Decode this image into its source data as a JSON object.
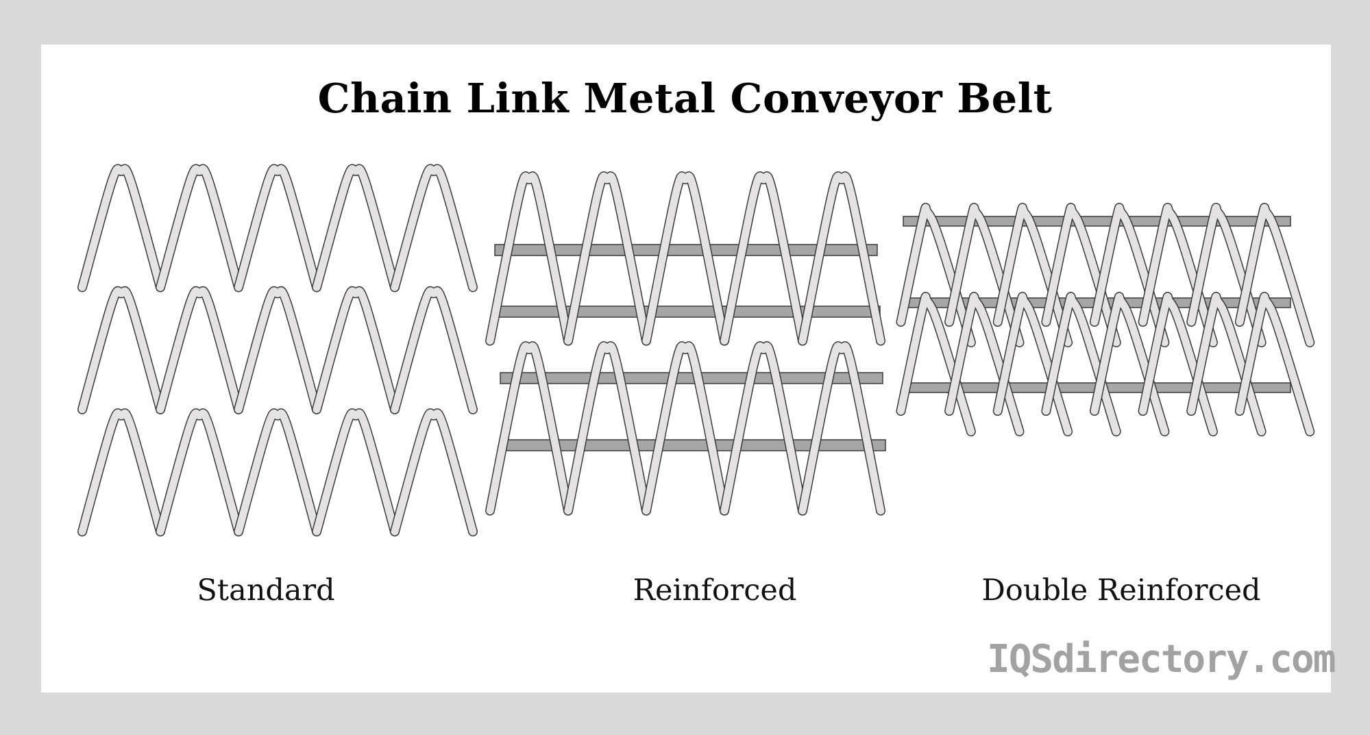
{
  "title": "Chain Link Metal Conveyor Belt",
  "belts": [
    {
      "name": "Standard",
      "type": "standard"
    },
    {
      "name": "Reinforced",
      "type": "reinforced"
    },
    {
      "name": "Double Reinforced",
      "type": "double-reinforced"
    }
  ],
  "watermark": "IQSdirectory.com",
  "colors": {
    "frame": "#d9d9d9",
    "background": "#ffffff",
    "wire_fill": "#e4e2e2",
    "wire_stroke": "#3a3a3a",
    "rod_fill": "#a6a6a6",
    "watermark": "#a2a2a2"
  }
}
